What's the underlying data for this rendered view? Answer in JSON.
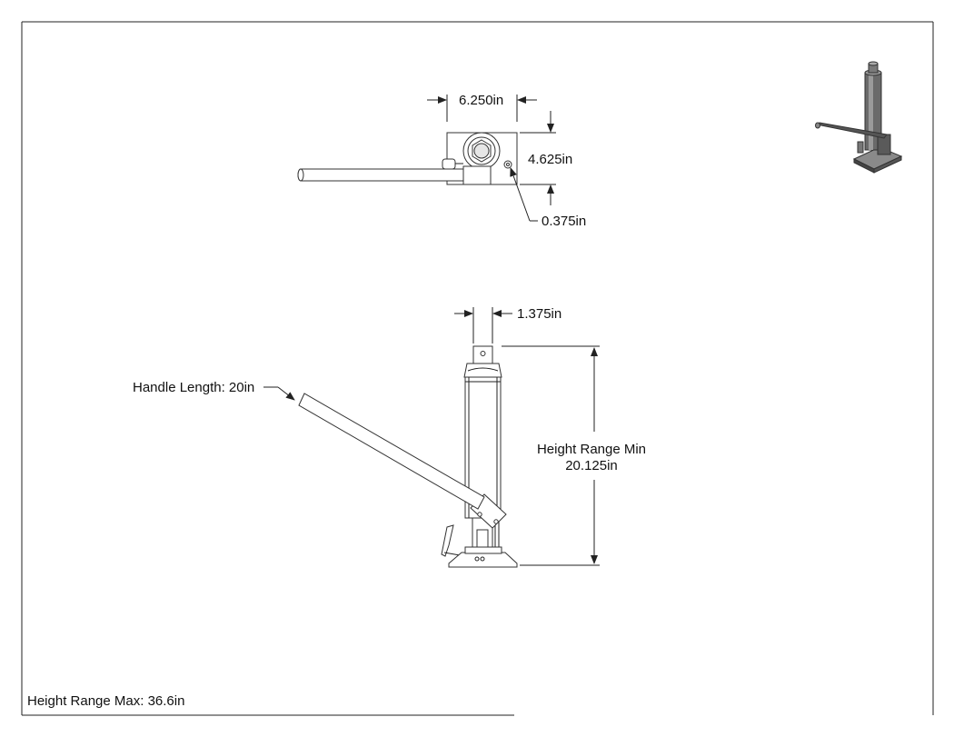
{
  "dimensions": {
    "top_width": "6.250in",
    "top_depth": "4.625in",
    "top_hole": "0.375in",
    "front_saddle": "1.375in",
    "handle_length": "Handle Length: 20in",
    "height_min_line1": "Height Range Min",
    "height_min_line2": "20.125in",
    "height_max": "Height Range Max: 36.6in"
  },
  "colors": {
    "line": "#222222",
    "iso_body": "#555555"
  }
}
